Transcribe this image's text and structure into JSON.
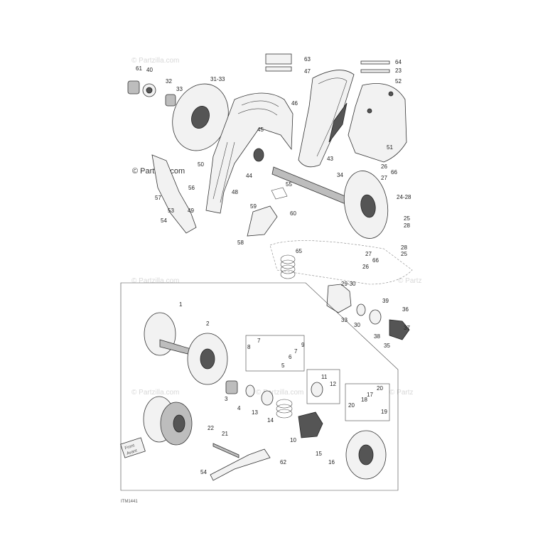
{
  "watermarks": [
    "© Partzilla.com",
    "© Partzilla.com",
    "© Partz",
    "© Partzilla.com",
    "© Partzilla.com",
    "© Partz"
  ],
  "brand": "© Partzilla.com",
  "diagram_code": "ITM1441",
  "front_sticker": [
    "Front",
    "Avant"
  ],
  "callouts": [
    "61",
    "40",
    "32",
    "33",
    "31-33",
    "63",
    "47",
    "64",
    "23",
    "52",
    "46",
    "45",
    "44",
    "43",
    "51",
    "50",
    "56",
    "57",
    "53",
    "49",
    "54",
    "48",
    "55",
    "34",
    "26",
    "66",
    "27",
    "24-28",
    "59",
    "60",
    "25",
    "28",
    "58",
    "65",
    "28",
    "25",
    "27",
    "66",
    "26",
    "29-30",
    "39",
    "36",
    "30",
    "33",
    "37",
    "38",
    "35",
    "1",
    "2",
    "7",
    "8",
    "6",
    "7",
    "9",
    "5",
    "3",
    "4",
    "11",
    "12",
    "13",
    "14",
    "20",
    "17",
    "18",
    "20",
    "19",
    "22",
    "21",
    "10",
    "15",
    "16",
    "62",
    "54"
  ]
}
